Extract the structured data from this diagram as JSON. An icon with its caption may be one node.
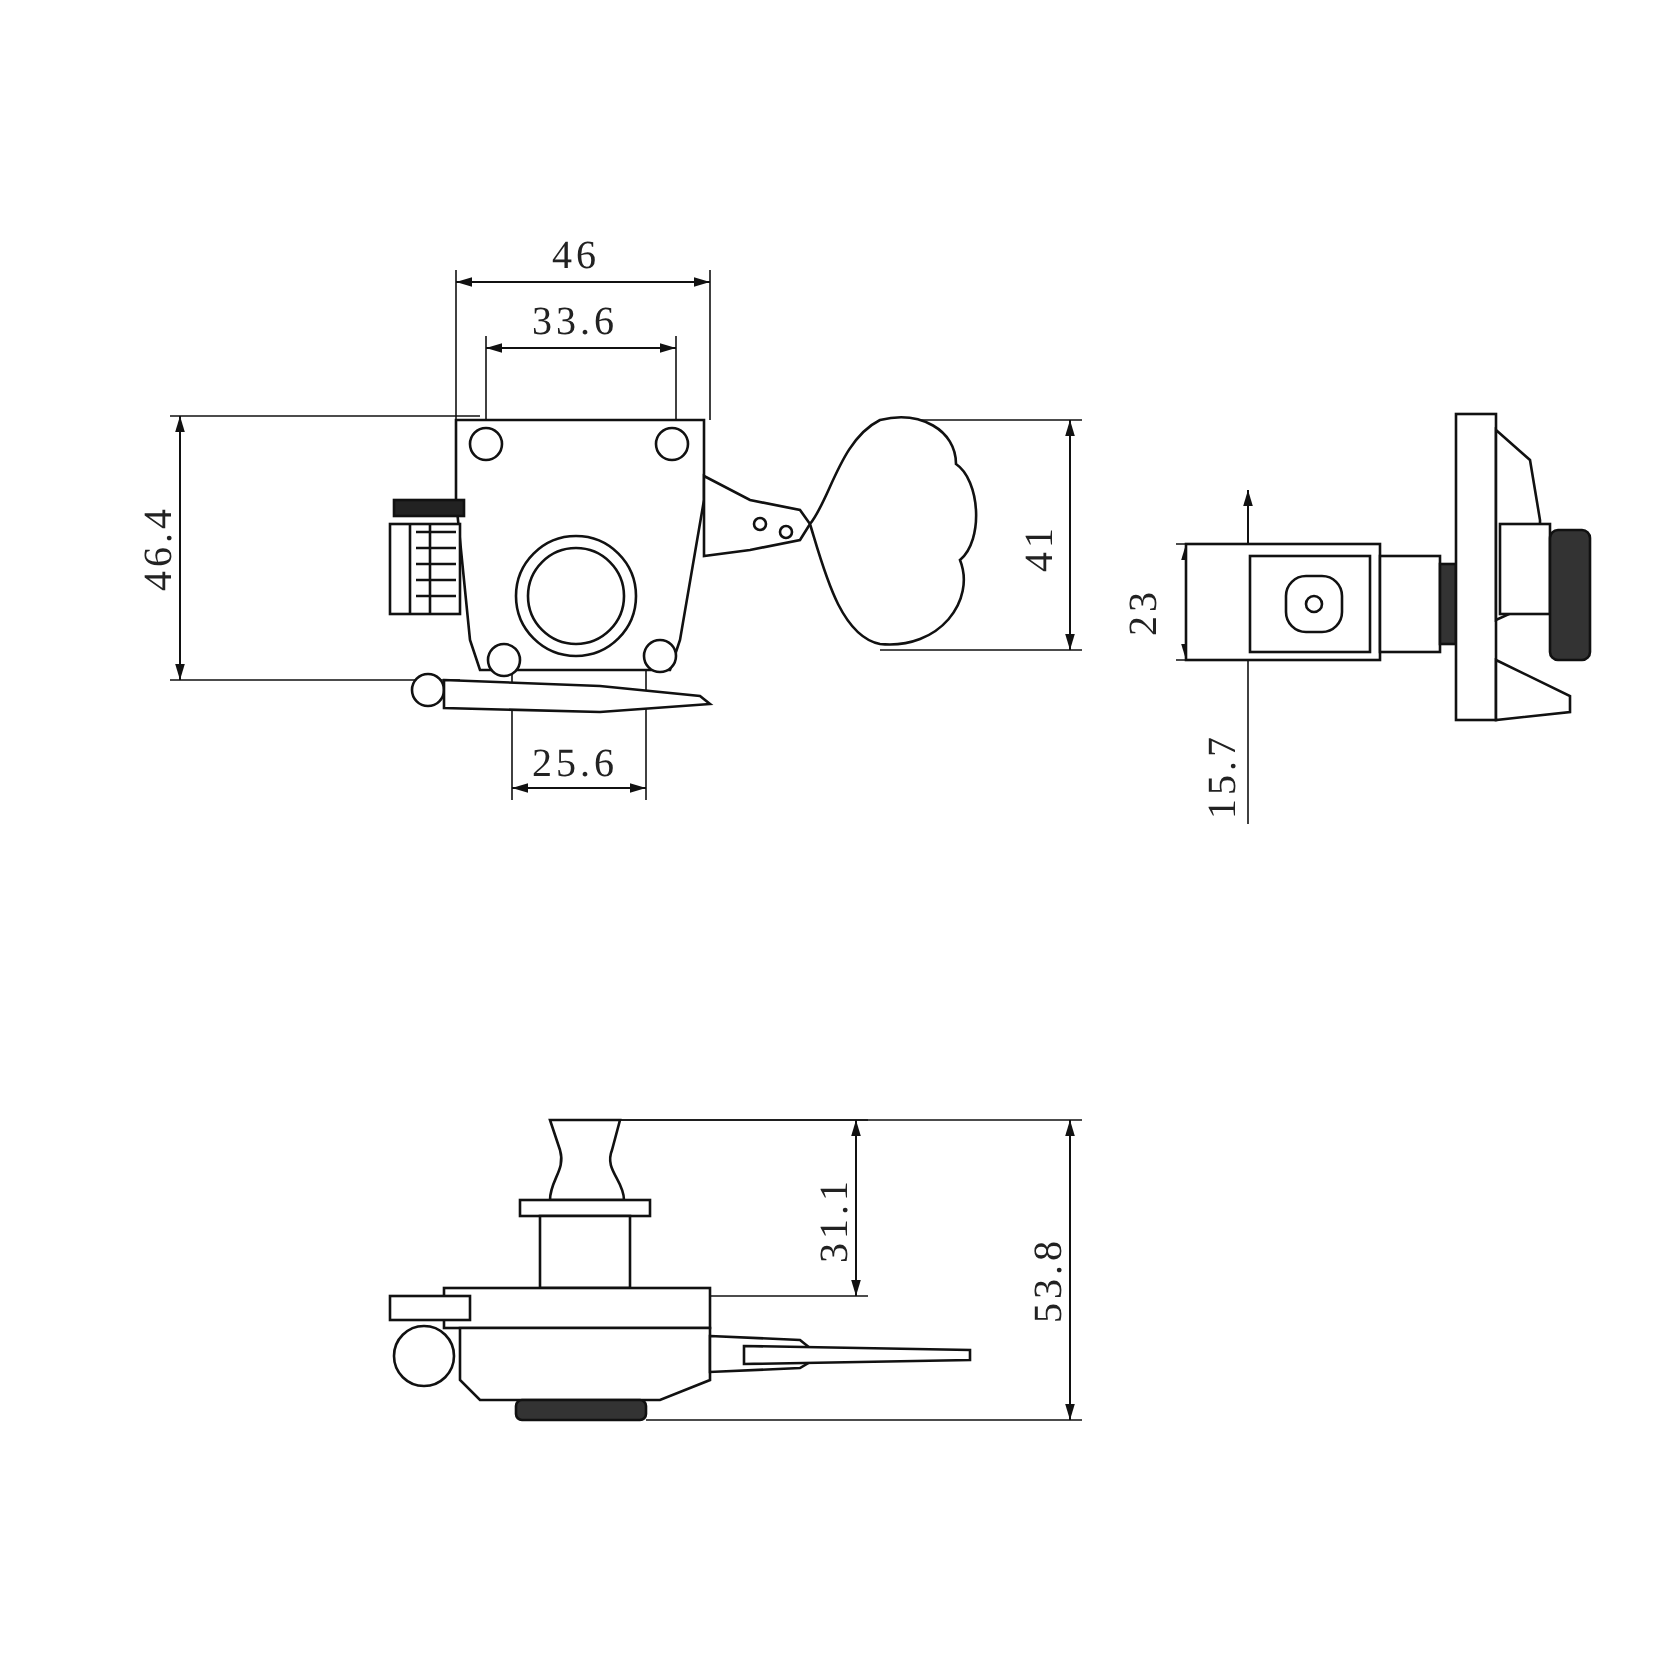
{
  "diagram": {
    "labels": [
      "46",
      "33.6",
      "46.4",
      "41",
      "25.6",
      "23",
      "15.7",
      "31.1",
      "53.8"
    ]
  }
}
